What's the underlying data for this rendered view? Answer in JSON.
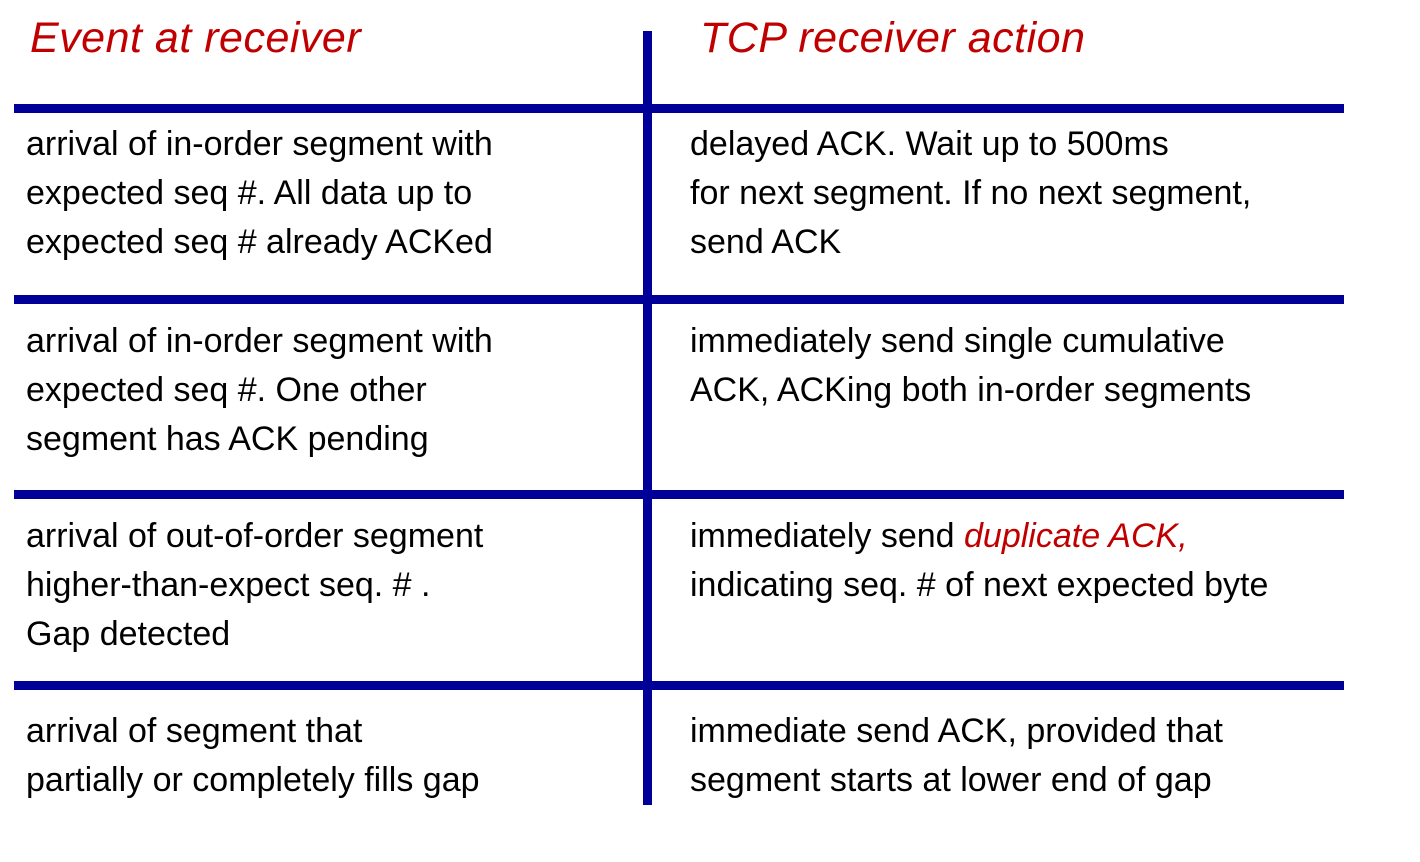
{
  "table": {
    "headers": [
      {
        "label": "Event at receiver"
      },
      {
        "label": "TCP receiver action"
      }
    ],
    "rows": [
      {
        "event": "arrival of in-order segment with\nexpected seq #. All data up to\nexpected seq # already ACKed",
        "action": "delayed ACK. Wait up to 500ms\nfor next segment. If no next segment,\nsend ACK"
      },
      {
        "event": "arrival of in-order segment with\nexpected seq #. One other\nsegment has ACK pending",
        "action": "immediately send single cumulative\nACK, ACKing both in-order segments"
      },
      {
        "event": "arrival of out-of-order segment\nhigher-than-expect seq. # .\nGap detected",
        "action_prefix": "immediately send ",
        "action_highlight": "duplicate ACK,",
        "action_suffix": "\nindicating seq. # of next expected byte"
      },
      {
        "event": "arrival of segment that\npartially or completely fills gap",
        "action": "immediate send ACK, provided that\nsegment starts at lower end of gap"
      }
    ]
  },
  "colors": {
    "accent_red": "#c00000",
    "line_blue": "#000099",
    "body_text": "#000000",
    "background": "#ffffff"
  }
}
